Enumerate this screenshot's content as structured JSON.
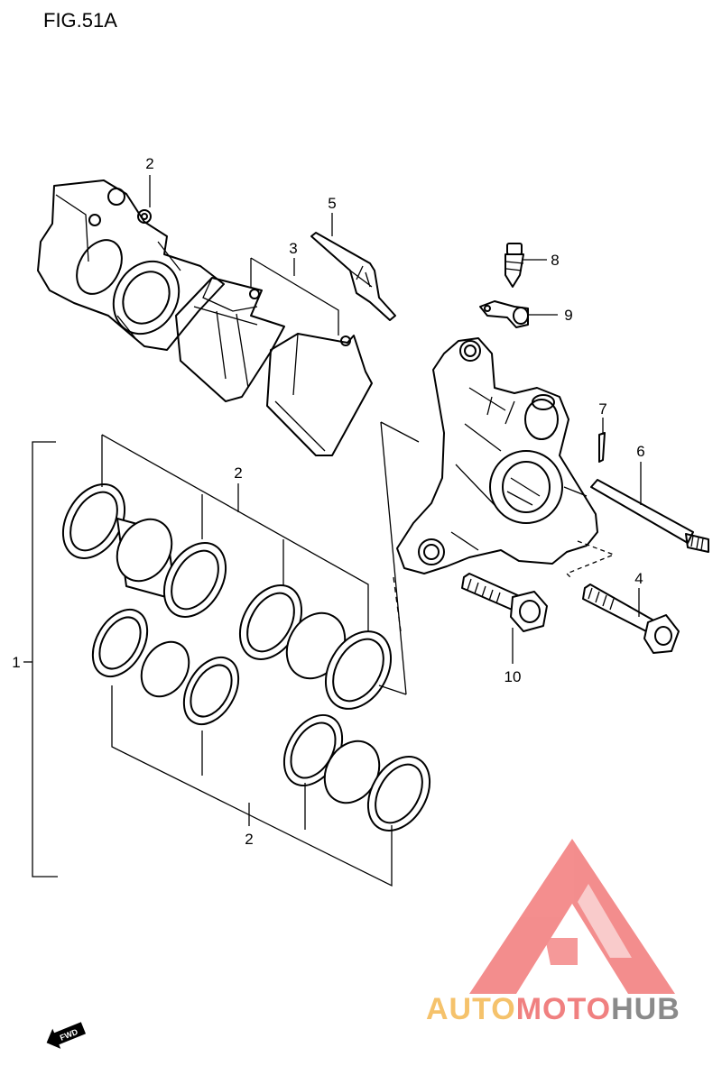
{
  "figure": {
    "title": "FIG.51A"
  },
  "callouts": [
    {
      "id": "1",
      "label": "1"
    },
    {
      "id": "2a",
      "label": "2"
    },
    {
      "id": "2b",
      "label": "2"
    },
    {
      "id": "2c",
      "label": "2"
    },
    {
      "id": "3",
      "label": "3"
    },
    {
      "id": "4",
      "label": "4"
    },
    {
      "id": "5",
      "label": "5"
    },
    {
      "id": "6",
      "label": "6"
    },
    {
      "id": "7",
      "label": "7"
    },
    {
      "id": "8",
      "label": "8"
    },
    {
      "id": "9",
      "label": "9"
    },
    {
      "id": "10",
      "label": "10"
    }
  ],
  "fwd_marker": {
    "label": "FWD"
  },
  "watermark": {
    "part1": "AUTO",
    "part2": "MOTO",
    "part3": "HUB",
    "colors": {
      "auto": "#f5c26b",
      "moto": "#f08080",
      "hub": "#8a8a8a",
      "logo": "#f27a7a"
    }
  }
}
